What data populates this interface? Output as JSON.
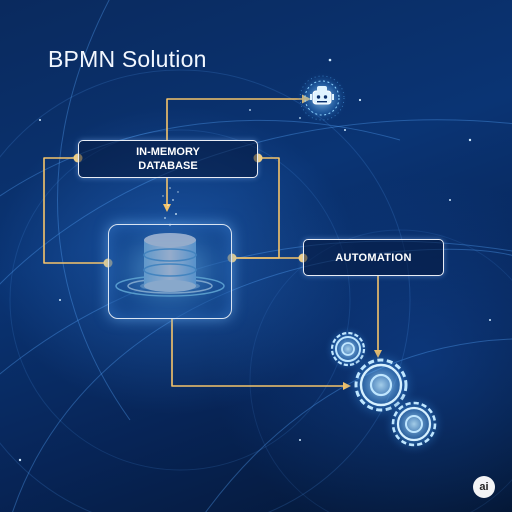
{
  "title": "BPMN Solution",
  "nodes": {
    "in_memory_database": "IN-MEMORY\nDATABASE",
    "automation": "AUTOMATION"
  },
  "badge": "ai",
  "icons": [
    "database-icon",
    "gear-icon",
    "robot-icon"
  ],
  "colors": {
    "background": "#0a2f6b",
    "connector": "#f5c46a",
    "node_border": "#e9edf5",
    "glow": "#7fd0ff",
    "gear_outline": "#bfe6ff"
  }
}
